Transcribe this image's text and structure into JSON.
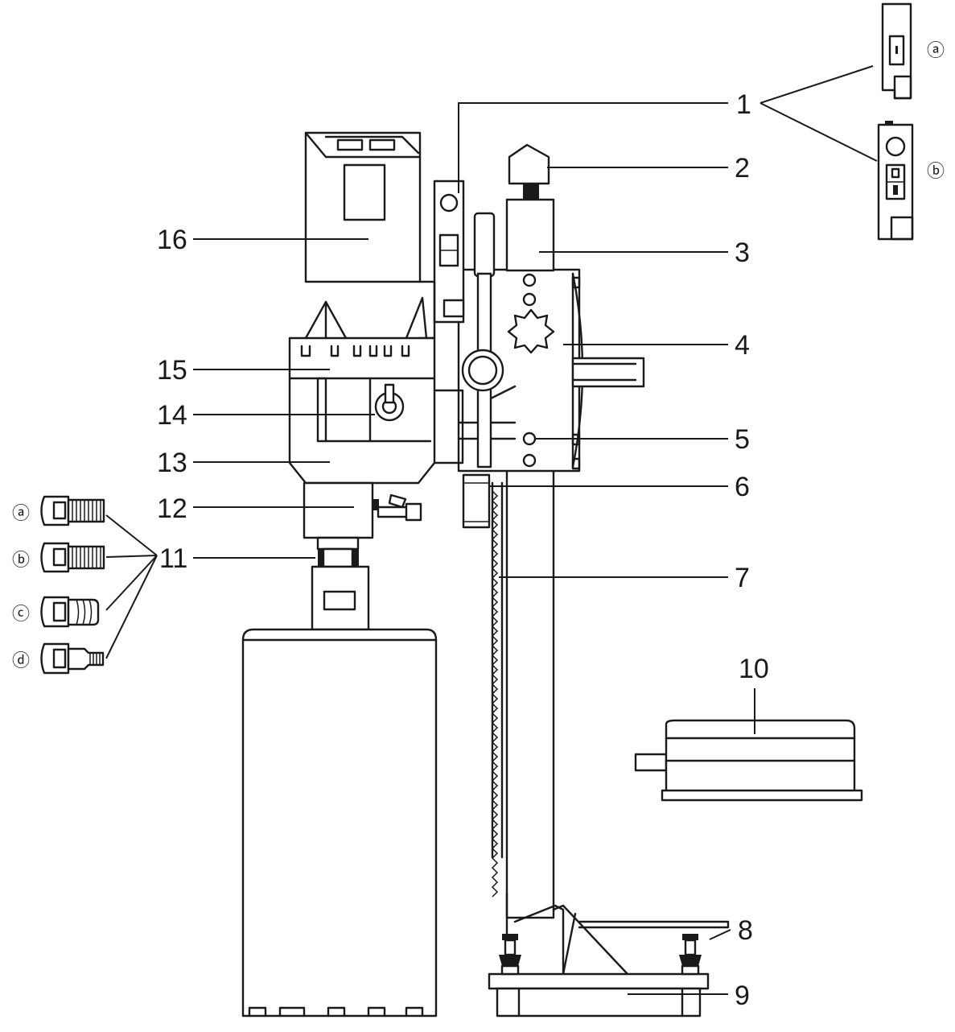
{
  "callouts": {
    "c1": "1",
    "c2": "2",
    "c3": "3",
    "c4": "4",
    "c5": "5",
    "c6": "6",
    "c7": "7",
    "c8": "8",
    "c9": "9",
    "c10": "10",
    "c11": "11",
    "c12": "12",
    "c13": "13",
    "c14": "14",
    "c15": "15",
    "c16": "16"
  },
  "switch_variants": {
    "a": "ⓐ",
    "b": "ⓑ"
  },
  "adapter_variants": {
    "a": "ⓐ",
    "b": "ⓑ",
    "c": "ⓒ",
    "d": "ⓓ"
  }
}
